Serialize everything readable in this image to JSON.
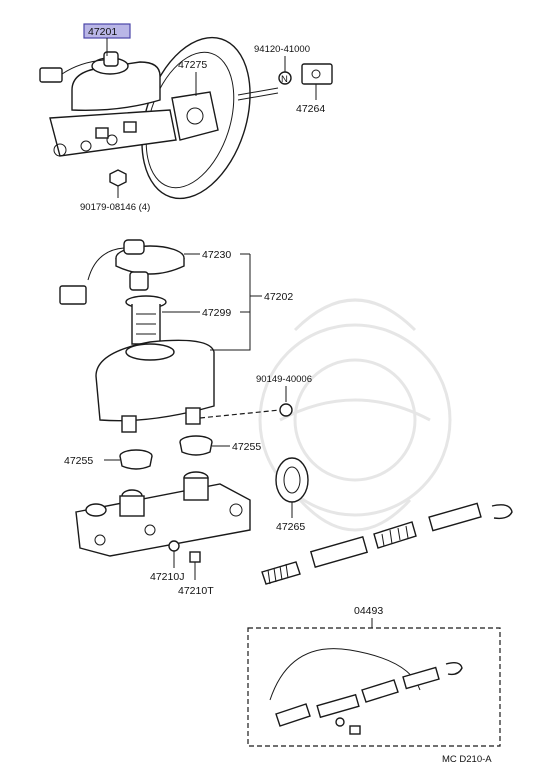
{
  "labels": {
    "p47201": "47201",
    "p47275": "47275",
    "p94120_41000": "94120-41000",
    "p47264": "47264",
    "p90179_08146": "90179-08146 (4)",
    "p47230": "47230",
    "p47202": "47202",
    "p47299": "47299",
    "p90149_40006": "90149-40006",
    "p47255_left": "47255",
    "p47255_right": "47255",
    "p47265": "47265",
    "p47210J": "47210J",
    "p47210T": "47210T",
    "p04493": "04493",
    "footer_code": "MC  D210-A"
  },
  "colors": {
    "highlight_fill": "#b9b6e6",
    "highlight_stroke": "#4b46a8",
    "ink": "#1a1a1a"
  }
}
